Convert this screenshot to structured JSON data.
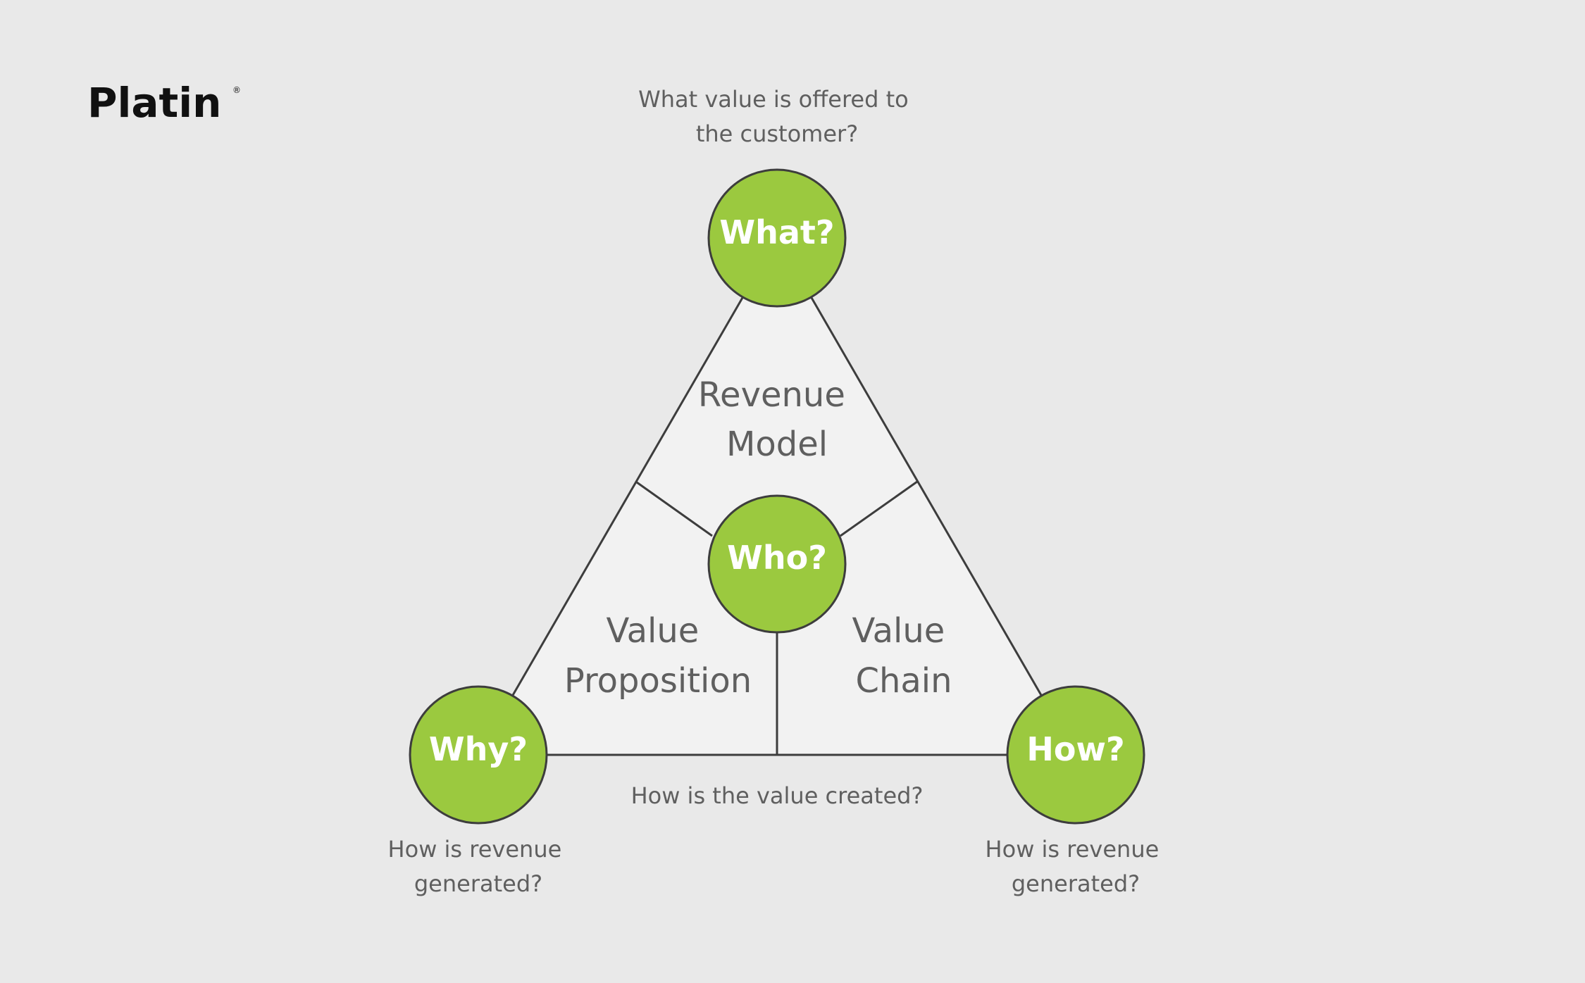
{
  "logo": {
    "text": "Platin",
    "reg_mark": "®"
  },
  "nodes": {
    "what": "What?",
    "who": "Who?",
    "why": "Why?",
    "how": "How?"
  },
  "regions": {
    "revenue_model": [
      "Revenue",
      "Model"
    ],
    "value_proposition": [
      "Value",
      "Proposition"
    ],
    "value_chain": [
      "Value",
      "Chain"
    ]
  },
  "captions": {
    "what": [
      "What value is offered to",
      "the customer?"
    ],
    "bottom": [
      "How is the value created?"
    ],
    "why": [
      "How is revenue",
      "generated?"
    ],
    "how": [
      "How is revenue",
      "generated?"
    ]
  },
  "colors": {
    "background": "#e9e9e9",
    "node_fill": "#9bc93f",
    "triangle_fill": "#f2f2f2",
    "stroke": "#3d3d3d",
    "text": "#5f5f5f"
  }
}
